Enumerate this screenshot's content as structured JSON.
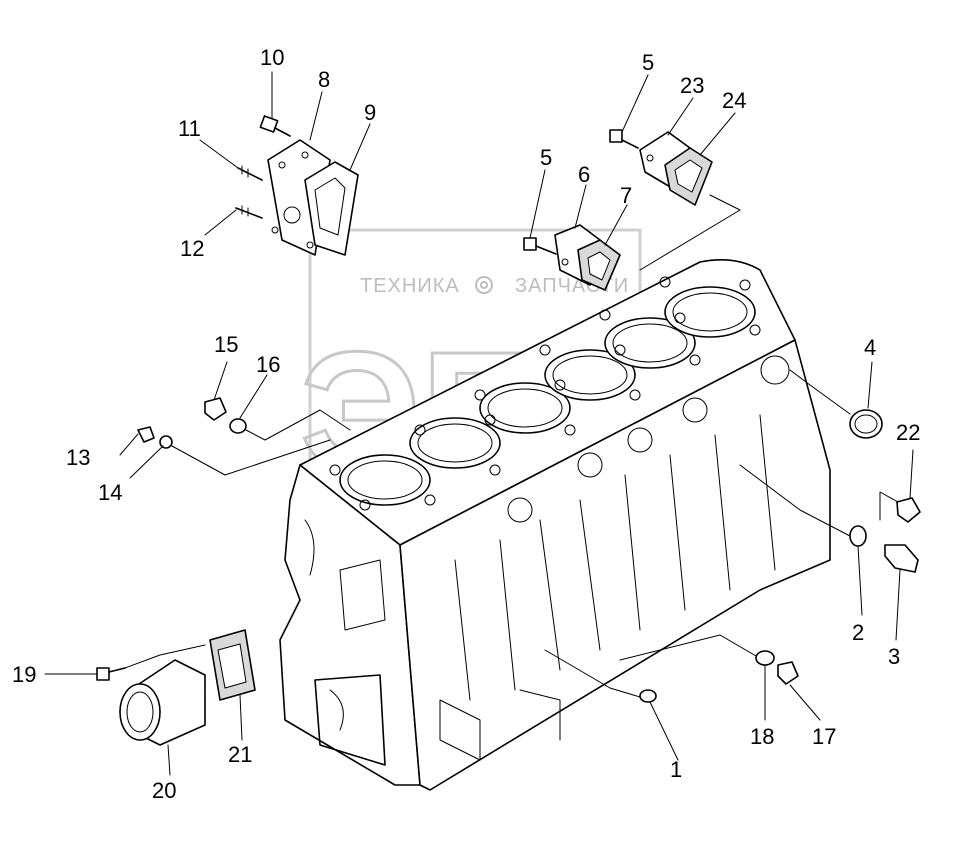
{
  "watermark": {
    "left_text": "ТЕХНИКА",
    "right_text": "ЗАПЧАСТИ",
    "logo_text": "ЭПФ"
  },
  "callouts": [
    {
      "id": "c1",
      "label": "1"
    },
    {
      "id": "c2",
      "label": "2"
    },
    {
      "id": "c3",
      "label": "3"
    },
    {
      "id": "c4",
      "label": "4"
    },
    {
      "id": "c5a",
      "label": "5"
    },
    {
      "id": "c5b",
      "label": "5"
    },
    {
      "id": "c6",
      "label": "6"
    },
    {
      "id": "c7",
      "label": "7"
    },
    {
      "id": "c8",
      "label": "8"
    },
    {
      "id": "c9",
      "label": "9"
    },
    {
      "id": "c10",
      "label": "10"
    },
    {
      "id": "c11",
      "label": "11"
    },
    {
      "id": "c12",
      "label": "12"
    },
    {
      "id": "c13",
      "label": "13"
    },
    {
      "id": "c14",
      "label": "14"
    },
    {
      "id": "c15",
      "label": "15"
    },
    {
      "id": "c16",
      "label": "16"
    },
    {
      "id": "c17",
      "label": "17"
    },
    {
      "id": "c18",
      "label": "18"
    },
    {
      "id": "c19",
      "label": "19"
    },
    {
      "id": "c20",
      "label": "20"
    },
    {
      "id": "c21",
      "label": "21"
    },
    {
      "id": "c22",
      "label": "22"
    },
    {
      "id": "c23",
      "label": "23"
    },
    {
      "id": "c24",
      "label": "24"
    }
  ]
}
